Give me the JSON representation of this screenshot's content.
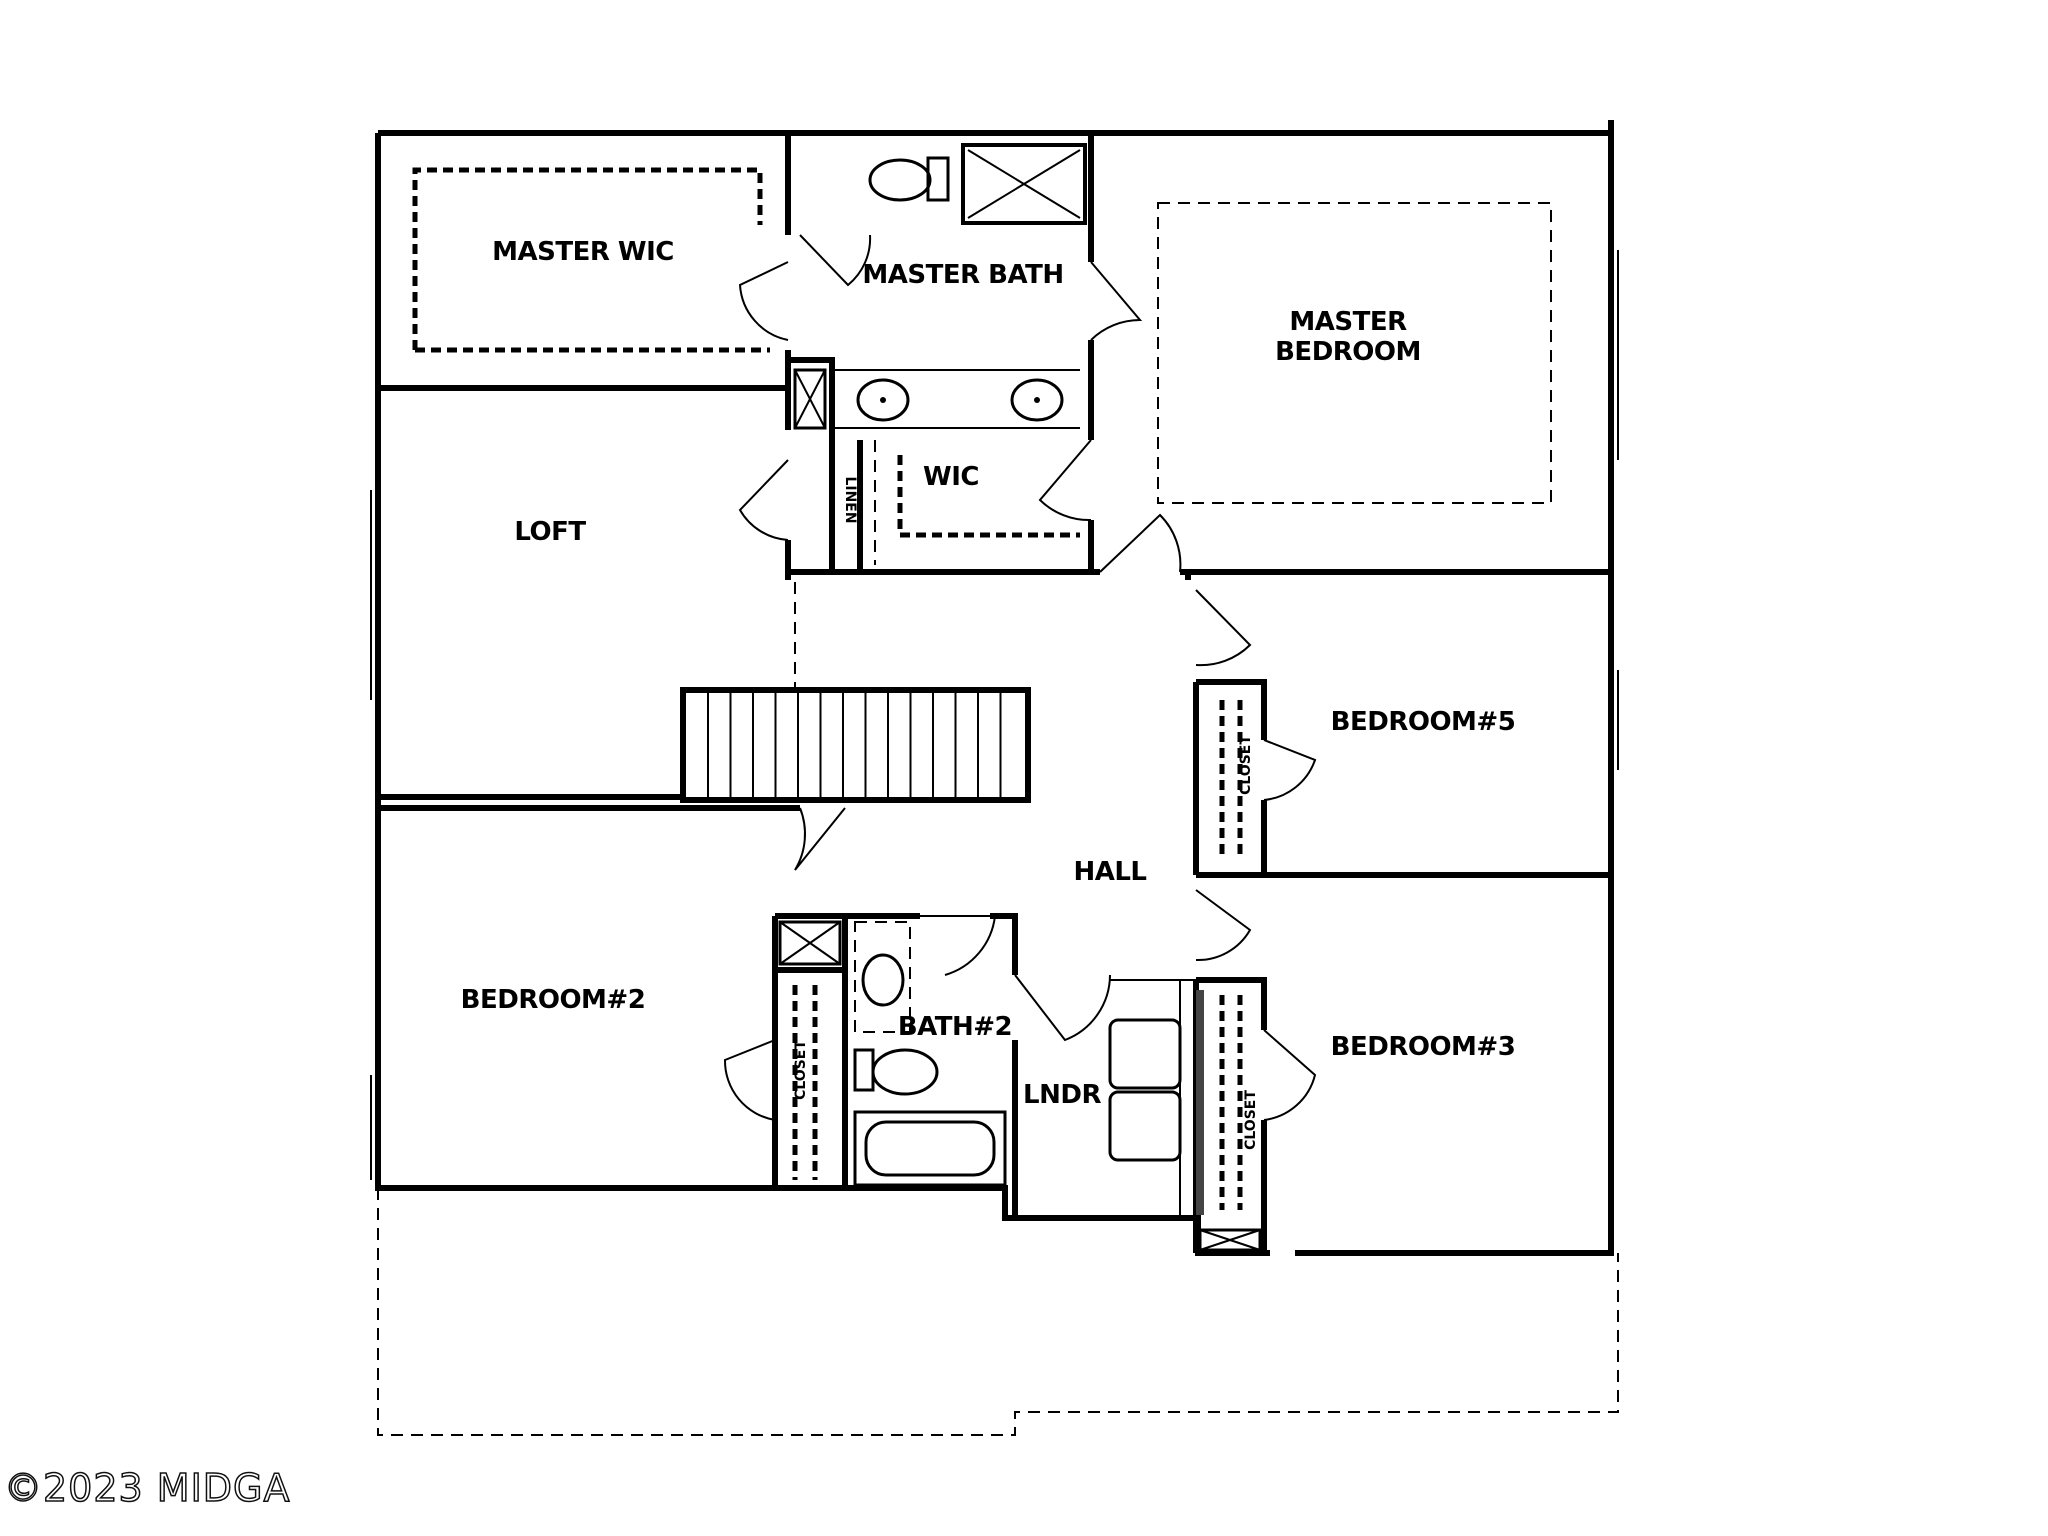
{
  "rooms": {
    "master_wic": "MASTER WIC",
    "master_bath": "MASTER BATH",
    "master_bedroom_line1": "MASTER",
    "master_bedroom_line2": "BEDROOM",
    "loft": "LOFT",
    "wic": "WIC",
    "linen": "LINEN",
    "bedroom5": "BEDROOM#5",
    "hall": "HALL",
    "bedroom2": "BEDROOM#2",
    "bath2": "BATH#2",
    "lndr": "LNDR",
    "bedroom3": "BEDROOM#3",
    "closet": "CLOSET"
  },
  "watermark": "©2023 MIDGA"
}
